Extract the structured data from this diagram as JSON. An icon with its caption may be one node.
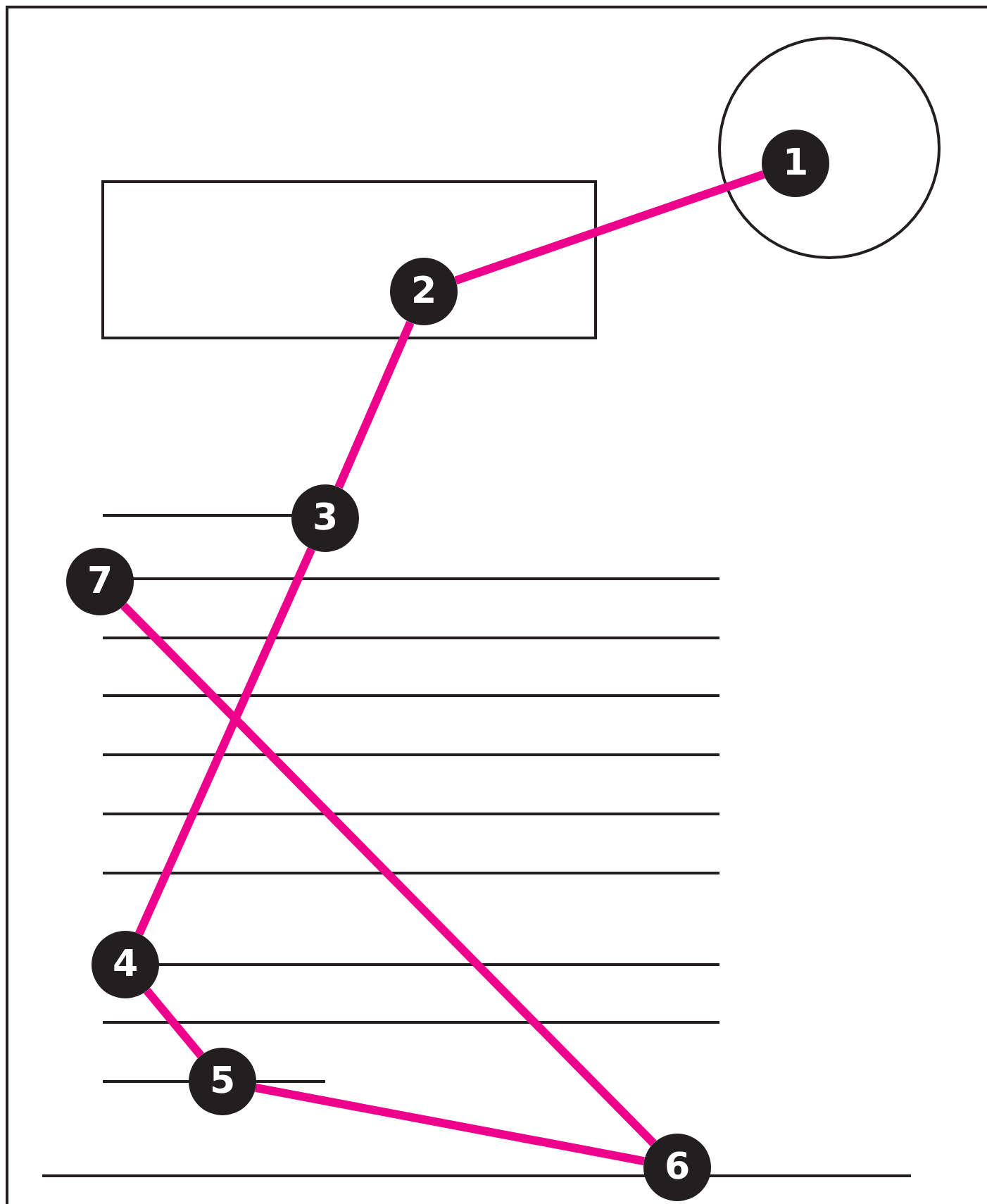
{
  "diagram": {
    "nodes": [
      {
        "text": [
          "1"
        ]
      },
      {
        "text": [
          "2"
        ]
      },
      {
        "text": [
          "3"
        ]
      },
      {
        "text": [
          "4"
        ]
      },
      {
        "text": [
          "5"
        ]
      },
      {
        "text": [
          "6"
        ]
      },
      {
        "text": [
          "7"
        ]
      }
    ],
    "edges": [
      {
        "from": 0,
        "to": 1,
        "arrow": "none"
      },
      {
        "from": 1,
        "to": 2,
        "arrow": "none"
      },
      {
        "from": 2,
        "to": 3,
        "arrow": "none"
      },
      {
        "from": 3,
        "to": 4,
        "arrow": "none"
      },
      {
        "from": 4,
        "to": 5,
        "arrow": "none"
      },
      {
        "from": 5,
        "to": 6,
        "arrow": "none"
      }
    ]
  }
}
